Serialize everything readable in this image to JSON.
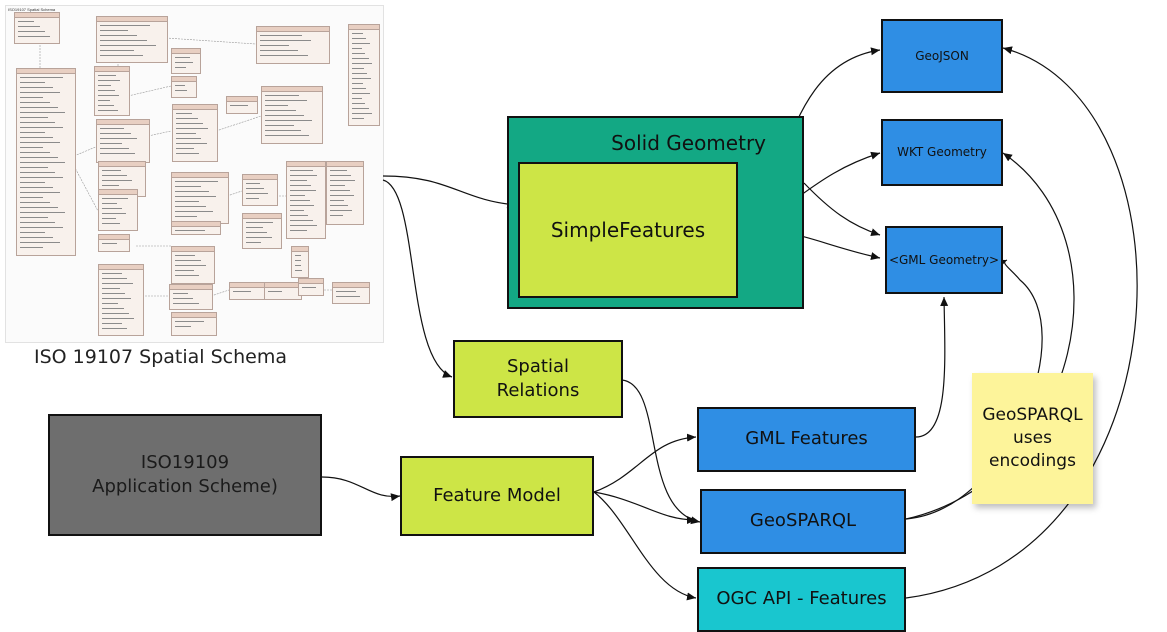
{
  "schema_header": "ISO19107 Spatial Schema",
  "schema_caption": "ISO 19107 Spatial Schema",
  "nodes": {
    "solid_geometry": "Solid Geometry",
    "simple_features": "SimpleFeatures",
    "geojson": "GeoJSON",
    "wkt_geometry": "WKT Geometry",
    "gml_geometry": "<GML Geometry>",
    "spatial_relations": "Spatial\nRelations",
    "iso19109": "ISO19109\nApplication Scheme)",
    "feature_model": "Feature Model",
    "gml_features": "GML Features",
    "geosparql": "GeoSPARQL",
    "ogc_api_features": "OGC API - Features",
    "geosparql_note": "GeoSPARQL\nuses\nencodings"
  },
  "colors": {
    "encoding_box": "#2f8ee4",
    "model_box": "#cde546",
    "solid_box": "#13a884",
    "api_box": "#19c6cf",
    "iso_box": "#6e6e6e",
    "note": "#fdf49a"
  }
}
